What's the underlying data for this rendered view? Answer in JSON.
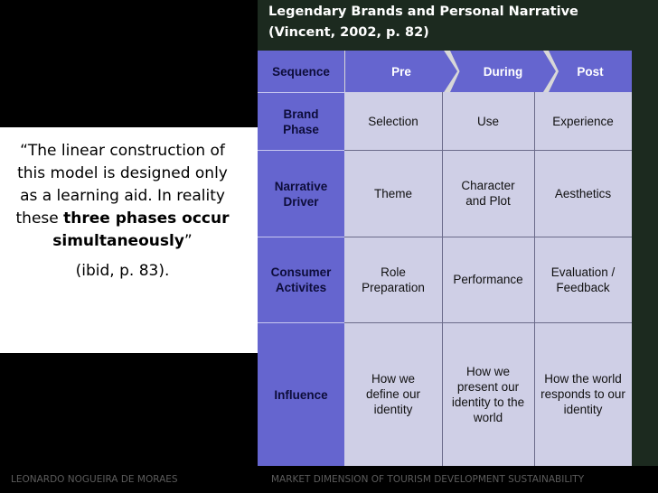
{
  "title": {
    "line1": "Legendary Brands and Personal Narrative",
    "line2": "(Vincent, 2002, p. 82)"
  },
  "quote": {
    "open": "“The linear construction of this model is designed only as a learning aid. In reality these ",
    "bold": "three phases occur simultaneously",
    "close": "”",
    "citation": "(ibid, p. 83)."
  },
  "table": {
    "sequence_label": "Sequence",
    "phases": [
      "Pre",
      "During",
      "Post"
    ],
    "rows": [
      {
        "label": "Brand Phase",
        "cells": [
          "Selection",
          "Use",
          "Experience"
        ]
      },
      {
        "label": "Narrative Driver",
        "cells": [
          "Theme",
          "Character and Plot",
          "Aesthetics"
        ]
      },
      {
        "label": "Consumer Activites",
        "cells": [
          "Role Preparation",
          "Performance",
          "Evaluation / Feedback"
        ]
      },
      {
        "label": "Influence",
        "cells": [
          "How we define our identity",
          "How we present our identity to the world",
          "How the world responds to our identity"
        ]
      }
    ]
  },
  "footer": {
    "left": "LEONARDO NOGUEIRA DE MORAES",
    "right": "MARKET DIMENSION OF TOURISM DEVELOPMENT SUSTAINABILITY"
  },
  "colors": {
    "background": "#000000",
    "band": "#1c2a1f",
    "label_column": "#6565cf",
    "cell_fill": "#cfcfe6",
    "chevron": "#6565cf"
  }
}
